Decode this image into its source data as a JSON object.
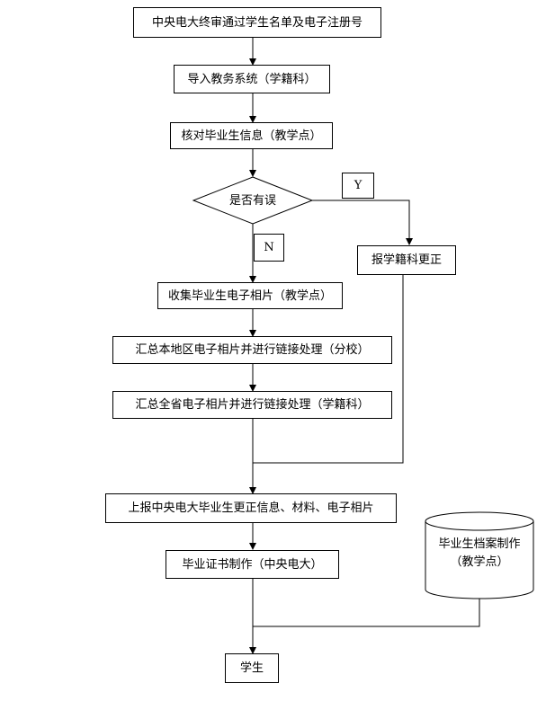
{
  "nodes": {
    "n1": "中央电大终审通过学生名单及电子注册号",
    "n2": "导入教务系统（学籍科）",
    "n3": "核对毕业生信息（教学点）",
    "decision": "是否有误",
    "yes_label": "Y",
    "no_label": "N",
    "correction": "报学籍科更正",
    "n4": "收集毕业生电子相片（教学点）",
    "n5": "汇总本地区电子相片并进行链接处理（分校）",
    "n6": "汇总全省电子相片并进行链接处理（学籍科）",
    "n7": "上报中央电大毕业生更正信息、材料、电子相片",
    "n8": "毕业证书制作（中央电大）",
    "archive_line1": "毕业生档案制作",
    "archive_line2": "（教学点）",
    "end": "学生"
  }
}
